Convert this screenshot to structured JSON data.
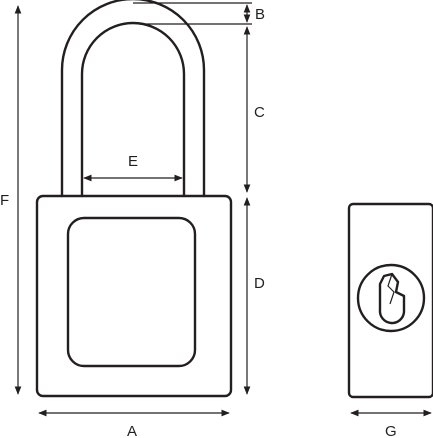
{
  "labels": {
    "a": "A",
    "b": "B",
    "c": "C",
    "d": "D",
    "e": "E",
    "f": "F",
    "g": "G"
  },
  "colors": {
    "line": "#231f20",
    "background": "#ffffff"
  }
}
